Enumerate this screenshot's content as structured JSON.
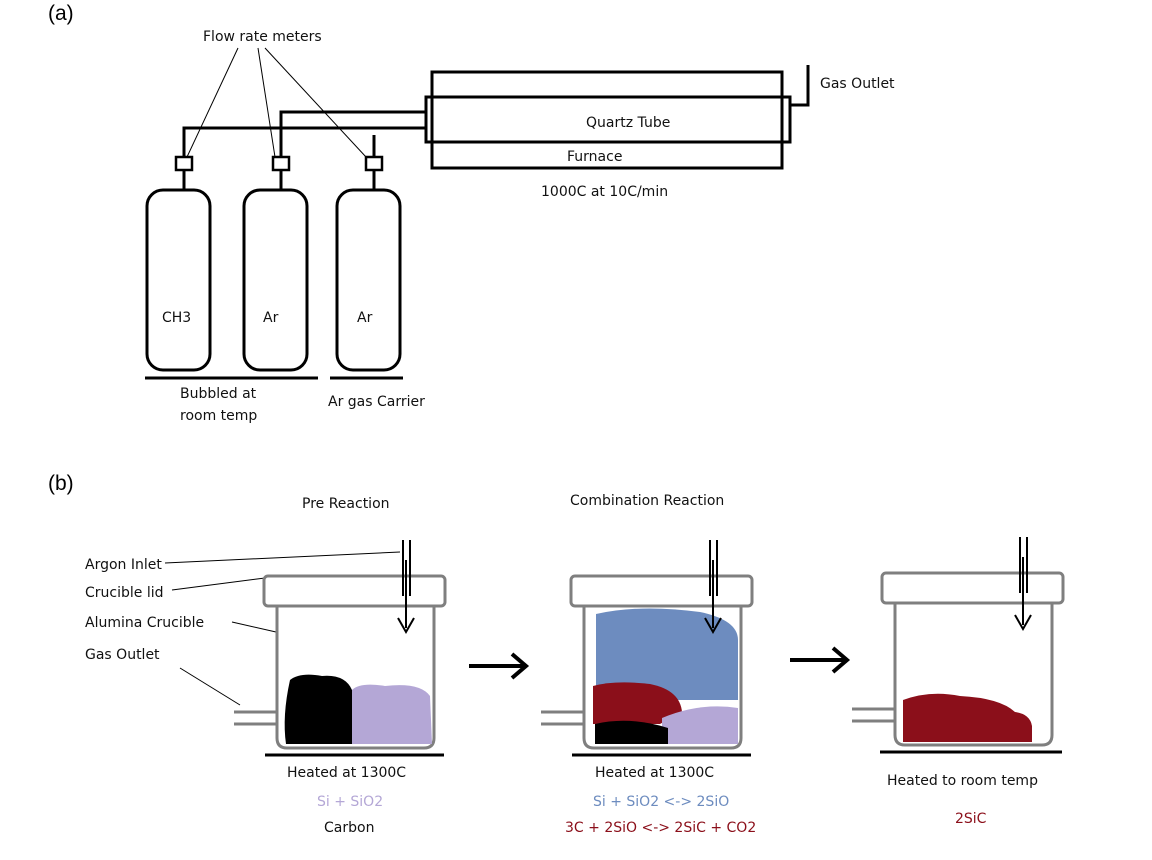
{
  "figure": {
    "panel_a": {
      "label": "(a)",
      "flow_meters_label": "Flow rate meters",
      "gas_outlet_label": "Gas Outlet",
      "quartz_tube_label": "Quartz Tube",
      "furnace_label": "Furnace",
      "furnace_condition": "1000C at 10C/min",
      "cylinders": [
        {
          "label": "CH3"
        },
        {
          "label": "Ar"
        },
        {
          "label": "Ar"
        }
      ],
      "bubbled_label_line1": "Bubbled at",
      "bubbled_label_line2": "room temp",
      "carrier_label": "Ar gas Carrier"
    },
    "panel_b": {
      "label": "(b)",
      "side_labels": {
        "argon_inlet": "Argon Inlet",
        "crucible_lid": "Crucible lid",
        "alumina_crucible": "Alumina Crucible",
        "gas_outlet": "Gas Outlet"
      },
      "stages": [
        {
          "title": "Pre Reaction",
          "condition": "Heated at 1300C",
          "reactions": [
            {
              "text": "Si + SiO2",
              "color": "#b4a7d6"
            },
            {
              "text": "Carbon",
              "color": "#000000"
            }
          ]
        },
        {
          "title": "Combination Reaction",
          "condition": "Heated at 1300C",
          "reactions": [
            {
              "text": "Si + SiO2 <-> 2SiO",
              "color": "#6d8cbf"
            },
            {
              "text": "3C + 2SiO <-> 2SiC + CO2",
              "color": "#8b0f1a"
            }
          ]
        },
        {
          "title": "",
          "condition": "Heated to room temp",
          "reactions": [
            {
              "text": "2SiC",
              "color": "#8b0f1a"
            }
          ]
        }
      ]
    },
    "colors": {
      "si_sio2": "#b4a7d6",
      "sio": "#6d8cbf",
      "sic": "#8b0f1a",
      "carbon": "#000000",
      "crucible": "#7f7f7f"
    }
  }
}
